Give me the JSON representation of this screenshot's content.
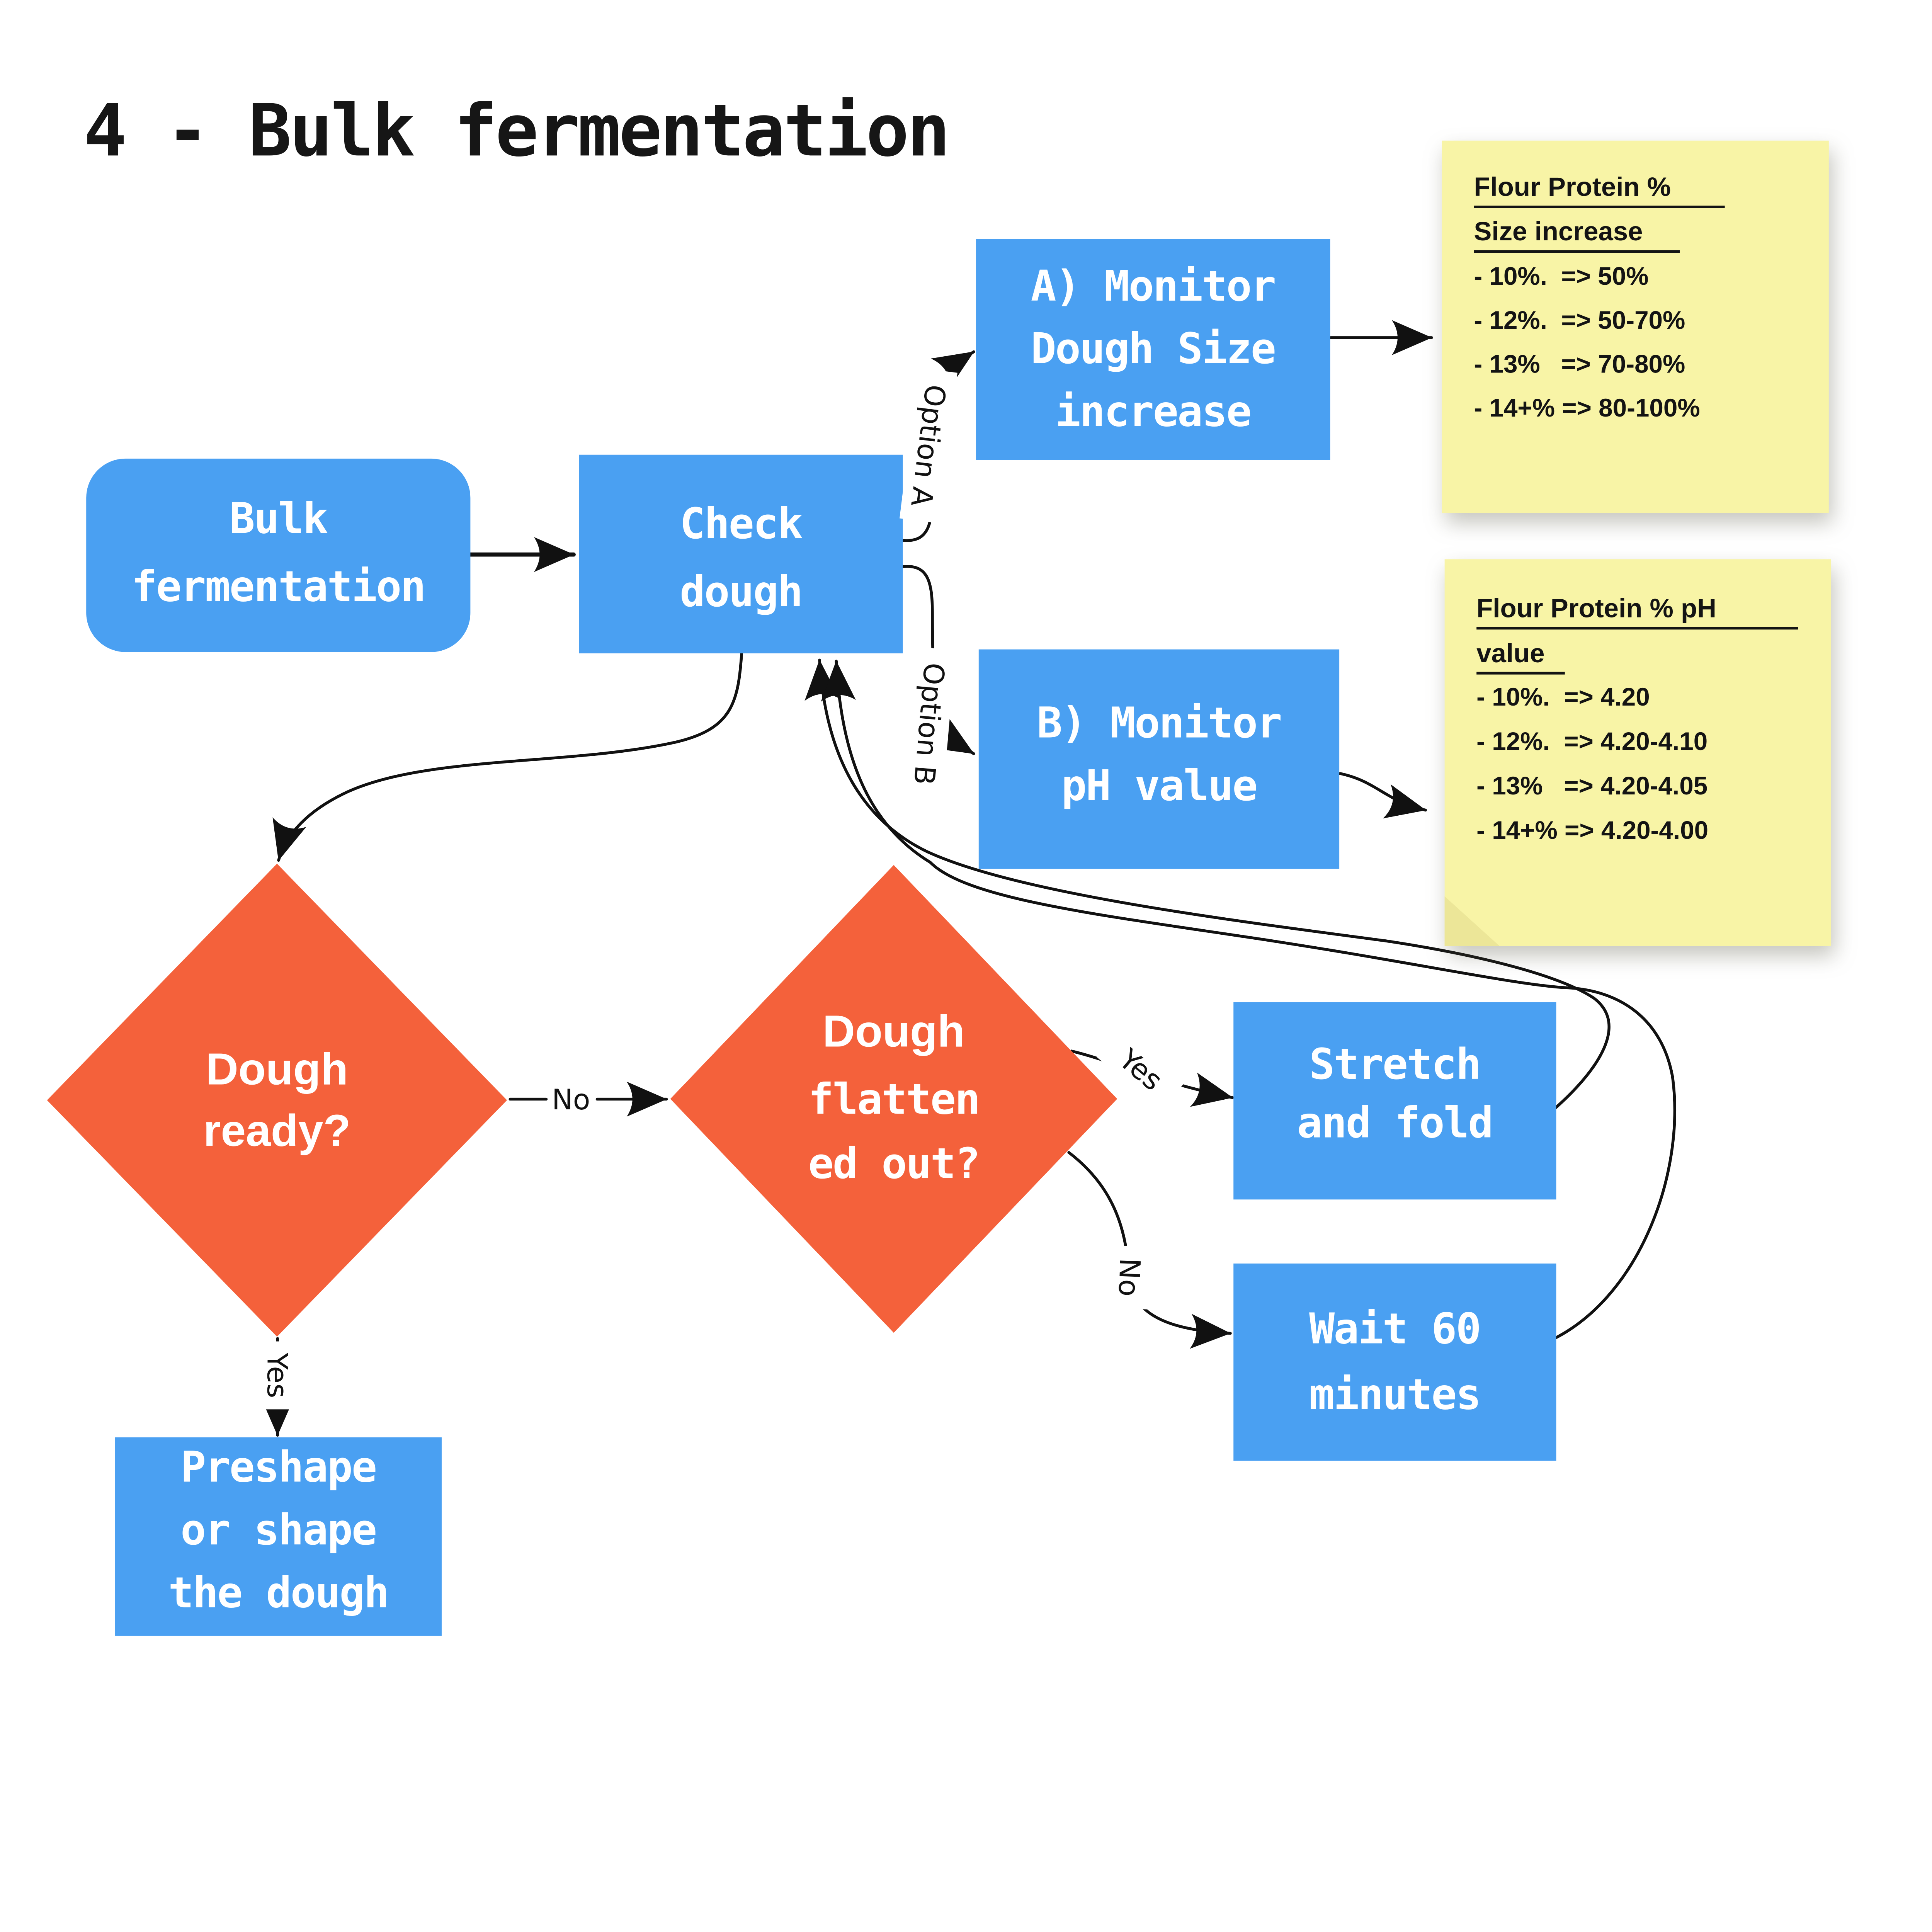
{
  "title": "4 - Bulk fermentation",
  "colors": {
    "node_blue": "#4aa0f2",
    "decision_orange": "#f4613b",
    "note_yellow": "#f8f4a6",
    "line_black": "#111111",
    "text_white": "#ffffff"
  },
  "nodes": {
    "bulk": {
      "lines": [
        "Bulk",
        "fermentation"
      ]
    },
    "check": {
      "lines": [
        "Check",
        "dough"
      ]
    },
    "monitor_size": {
      "lines": [
        "A) Monitor",
        "Dough Size",
        "increase"
      ]
    },
    "monitor_ph": {
      "lines": [
        "B) Monitor",
        "pH value"
      ]
    },
    "dough_ready": {
      "lines": [
        "Dough",
        "ready?"
      ]
    },
    "dough_flattened": {
      "lines": [
        "Dough",
        "flatten",
        "ed out?"
      ]
    },
    "stretch_fold": {
      "lines": [
        "Stretch",
        "and fold"
      ]
    },
    "wait_60": {
      "lines": [
        "Wait 60",
        "minutes"
      ]
    },
    "preshape": {
      "lines": [
        "Preshape",
        "or shape",
        "the dough"
      ]
    }
  },
  "edge_labels": {
    "option_a": "Option A",
    "option_b": "Option B",
    "no_ready": "No",
    "yes_ready": "Yes",
    "yes_flattened": "Yes",
    "no_flattened": "No"
  },
  "sticky_notes": [
    {
      "title_lines": [
        "Flour Protein %",
        "Size increase"
      ],
      "items": [
        "- 10%.  => 50%",
        "- 12%.  => 50-70%",
        "- 13%   => 70-80%",
        "- 14+% => 80-100%"
      ]
    },
    {
      "title_lines": [
        "Flour Protein % pH",
        "value"
      ],
      "items": [
        "- 10%.  => 4.20",
        "- 12%.  => 4.20-4.10",
        "- 13%   => 4.20-4.05",
        "- 14+% => 4.20-4.00"
      ]
    }
  ]
}
